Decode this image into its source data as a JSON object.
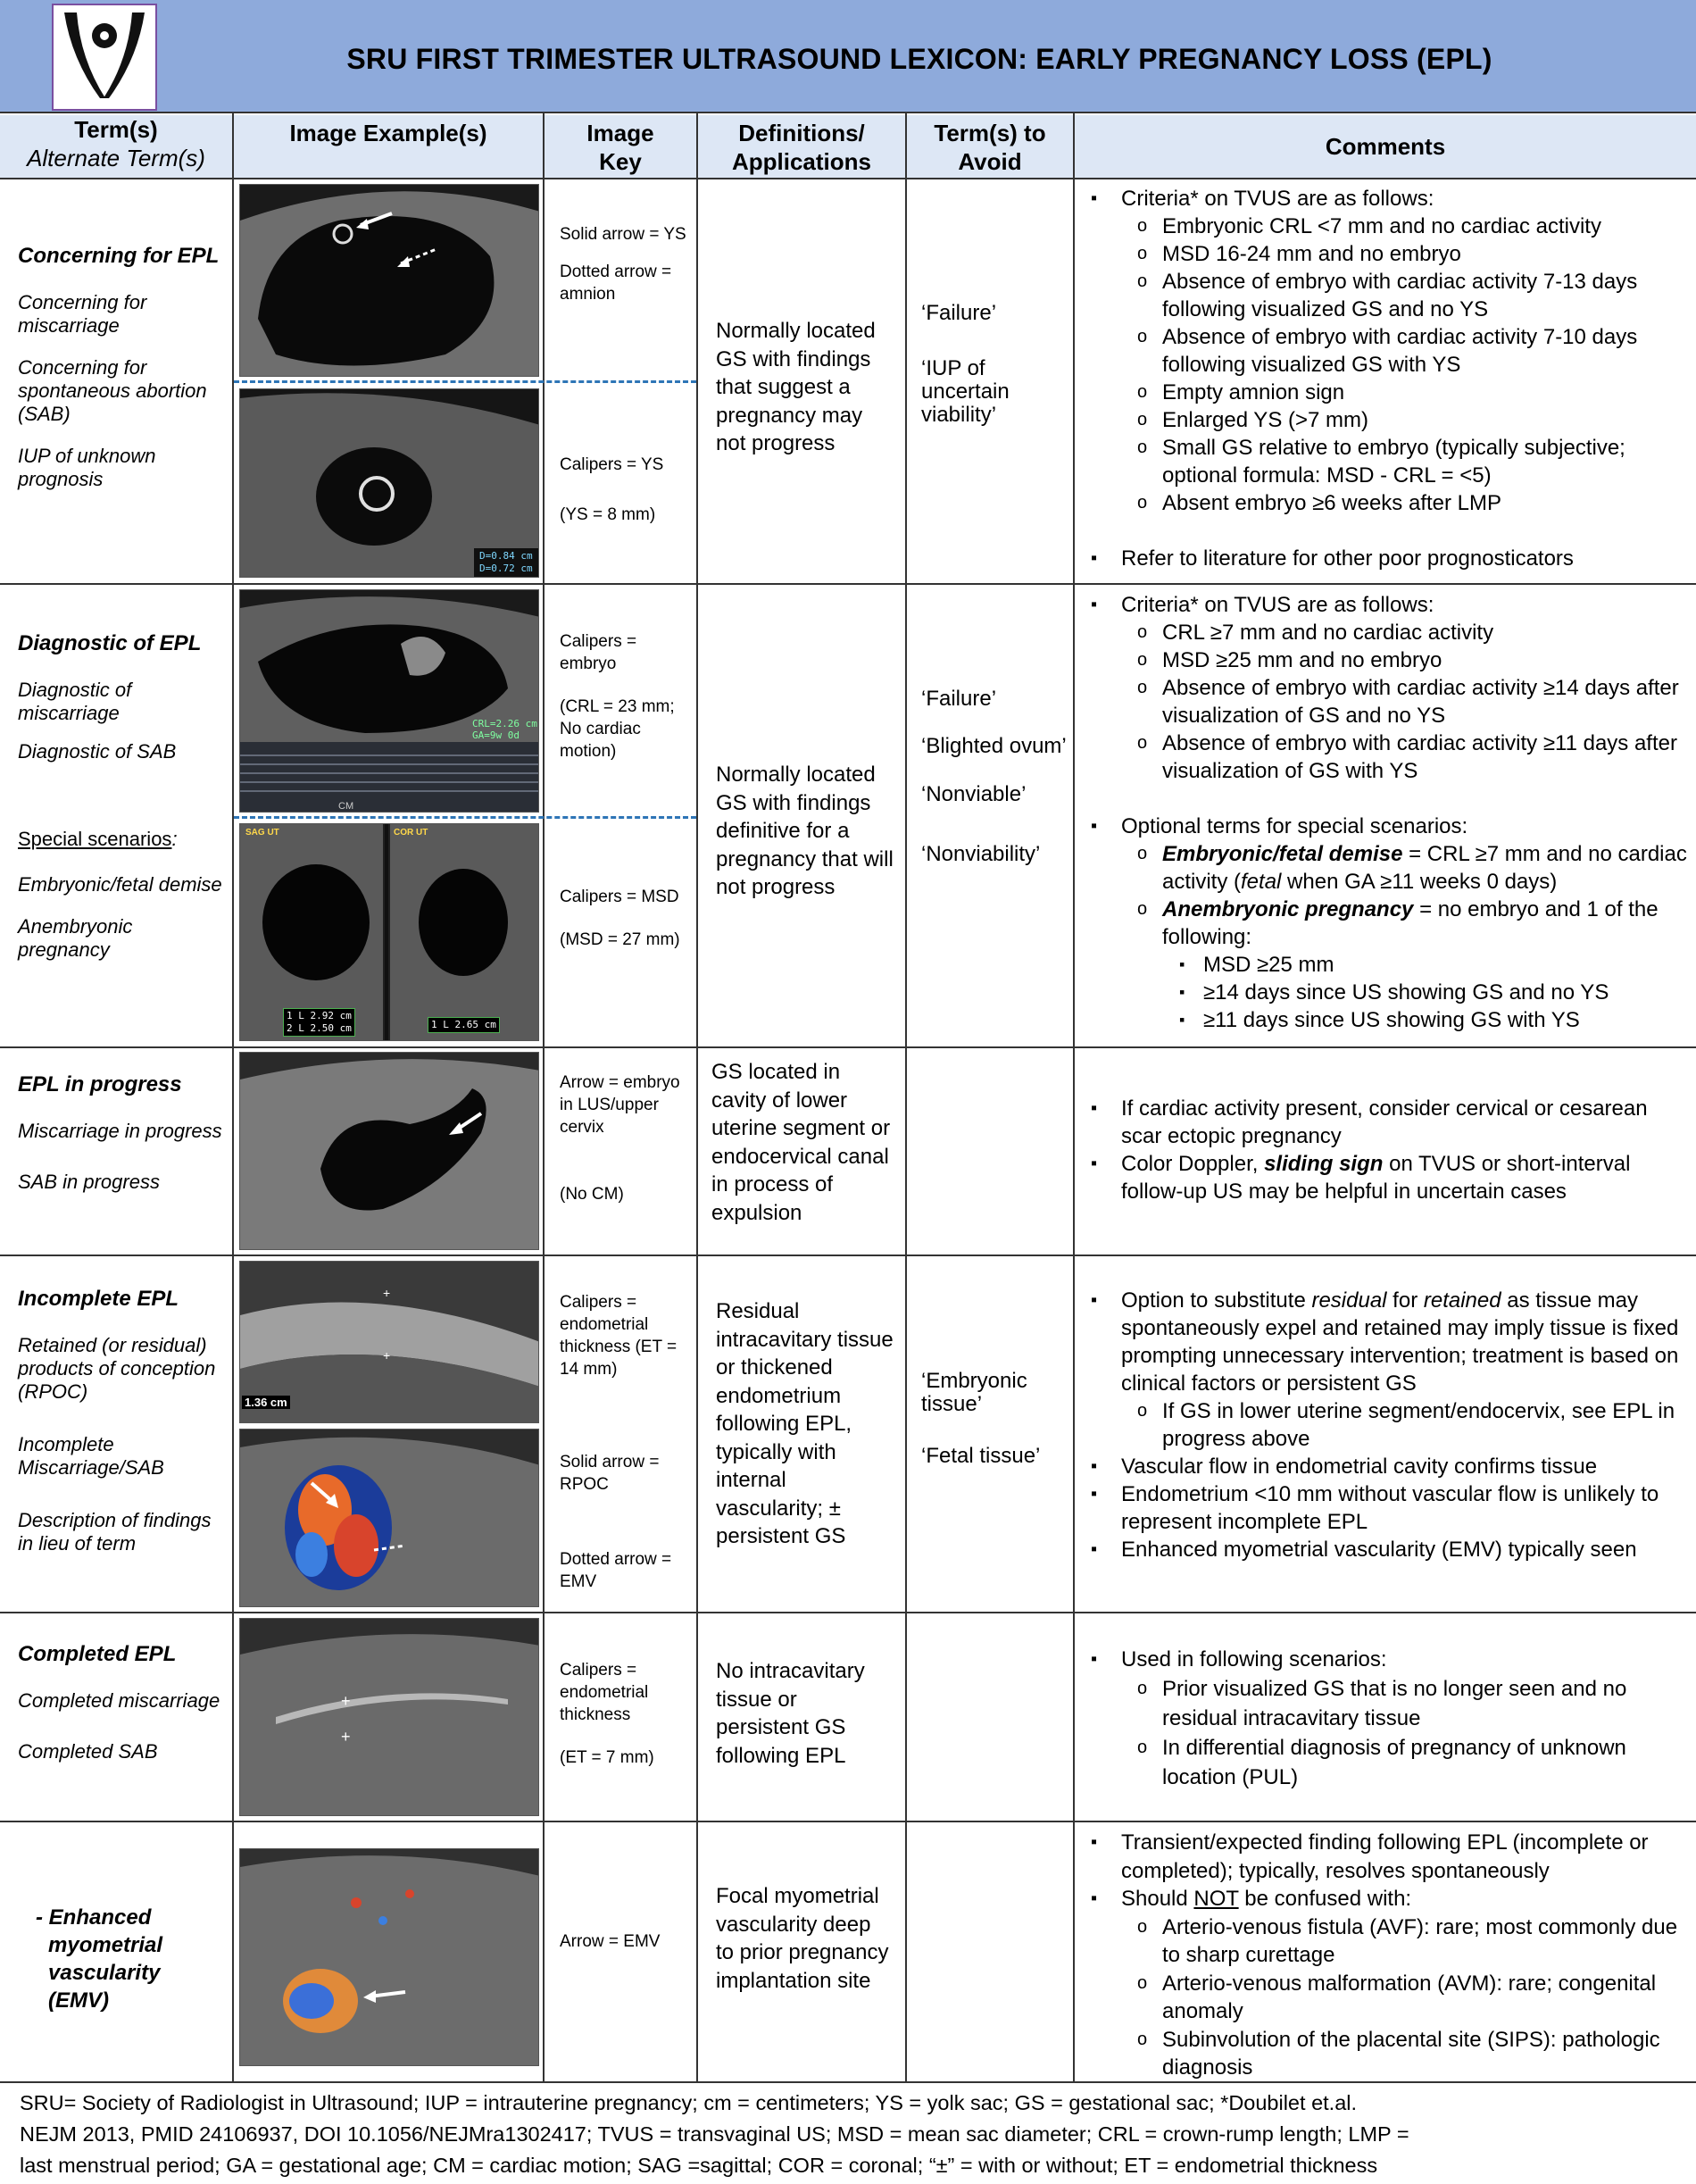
{
  "title": "SRU FIRST TRIMESTER ULTRASOUND LEXICON: EARLY PREGNANCY LOSS (EPL)",
  "headers": {
    "term": "Term(s)",
    "term_alt": "Alternate Term(s)",
    "image": "Image Example(s)",
    "key": "Image Key",
    "def": "Definitions/ Applications",
    "avoid": "Term(s) to Avoid",
    "comments": "Comments"
  },
  "rows": {
    "concerning": {
      "term": "Concerning for EPL",
      "alts": [
        "Concerning for miscarriage",
        "Concerning for spontaneous abortion (SAB)",
        "IUP of unknown prognosis"
      ],
      "key1": [
        "Solid arrow = YS",
        "Dotted arrow = amnion"
      ],
      "key2": [
        "Calipers = YS",
        "(YS = 8 mm)"
      ],
      "image_overlay": [
        "D=0.84 cm",
        "D=0.72 cm"
      ],
      "definition": "Normally located GS with findings that suggest a pregnancy may not progress",
      "avoid": [
        "‘Failure’",
        "‘IUP of uncertain viability’"
      ],
      "comments": {
        "intro": "Criteria* on TVUS are as follows:",
        "items": [
          "Embryonic CRL <7 mm and no cardiac activity",
          "MSD 16-24 mm and no embryo",
          "Absence of embryo with cardiac activity 7-13 days following visualized GS and no YS",
          "Absence of embryo with cardiac activity 7-10 days following visualized GS with YS",
          "Empty amnion sign",
          "Enlarged YS (>7 mm)",
          "Small GS relative to embryo (typically subjective; optional formula: MSD - CRL = <5)",
          "Absent embryo ≥6 weeks after LMP"
        ],
        "outro": "Refer to literature for other poor prognosticators"
      }
    },
    "diagnostic": {
      "term": "Diagnostic of EPL",
      "alts": [
        "Diagnostic of miscarriage",
        "Diagnostic of SAB"
      ],
      "special_heading": "Special scenarios",
      "special": [
        "Embryonic/fetal demise",
        "Anembryonic pregnancy"
      ],
      "key1": [
        "Calipers = embryo",
        "(CRL = 23 mm; No cardiac motion)"
      ],
      "key2": [
        "Calipers = MSD",
        "(MSD = 27 mm)"
      ],
      "image_overlay": [
        "CRL=2.26 cm",
        "GA=9w 0d",
        "CM",
        "SAG UT",
        "COR UT",
        "1 L 2.92 cm",
        "2 L 2.50 cm",
        "1 L 2.65 cm"
      ],
      "definition": "Normally located GS with findings definitive for a pregnancy that will not progress",
      "avoid": [
        "‘Failure’",
        "‘Blighted ovum’",
        "‘Nonviable’",
        "‘Nonviability’"
      ],
      "comments": {
        "intro": "Criteria* on TVUS are as follows:",
        "items": [
          "CRL ≥7 mm and no cardiac activity",
          "MSD ≥25 mm and no embryo",
          "Absence of embryo with cardiac activity ≥14 days after visualization of GS and no YS",
          "Absence of embryo with cardiac activity ≥11 days after visualization of GS with YS"
        ],
        "optional": "Optional terms for special scenarios:",
        "demise_term": "Embryonic/fetal demise",
        "demise_def_a": " = CRL ≥7 mm and no cardiac activity (",
        "demise_fetal": "fetal",
        "demise_def_b": " when GA ≥11 weeks 0 days)",
        "anemb_term": "Anembryonic pregnancy",
        "anemb_def": " = no embryo and 1 of the following:",
        "anemb_items": [
          "MSD ≥25 mm",
          "≥14 days since US showing GS and no YS",
          "≥11 days since US showing GS with YS"
        ]
      }
    },
    "progress": {
      "term": "EPL in progress",
      "alts": [
        "Miscarriage in progress",
        "SAB in progress"
      ],
      "key": [
        "Arrow = embryo in LUS/upper cervix",
        "(No CM)"
      ],
      "definition": "GS located in cavity of lower uterine segment or endocervical canal in process of expulsion",
      "comments": {
        "c1": "If cardiac activity present, consider cervical or cesarean scar ectopic pregnancy",
        "c2a": "Color Doppler, ",
        "c2b": "sliding sign",
        "c2c": " on TVUS or short-interval follow-up US may be helpful in uncertain cases"
      }
    },
    "incomplete": {
      "term": "Incomplete EPL",
      "alts": [
        "Retained (or residual) products of conception (RPOC)",
        "Incomplete Miscarriage/SAB",
        "Description of findings in lieu of term"
      ],
      "key": [
        "Calipers = endometrial thickness (ET = 14 mm)",
        "Solid arrow = RPOC",
        "Dotted arrow = EMV"
      ],
      "image_overlay": [
        "1.36 cm"
      ],
      "definition": "Residual intracavitary tissue or thickened endometrium following EPL, typically with internal vascularity; ± persistent GS",
      "avoid": [
        "‘Embryonic tissue’",
        "‘Fetal tissue’"
      ],
      "comments": {
        "c1a": "Option to substitute ",
        "c1b": "residual",
        "c1c": " for ",
        "c1d": "retained",
        "c1e": " as tissue may spontaneously expel and retained may imply tissue is fixed prompting unnecessary intervention; treatment is based on clinical factors or persistent GS",
        "c1sub": "If GS in lower uterine segment/endocervix, see EPL in progress above",
        "c2": "Vascular flow in endometrial cavity confirms tissue",
        "c3": "Endometrium <10 mm without vascular flow is unlikely to represent incomplete EPL",
        "c4": "Enhanced myometrial vascularity (EMV) typically seen"
      }
    },
    "completed": {
      "term": "Completed EPL",
      "alts": [
        "Completed miscarriage",
        "Completed SAB"
      ],
      "key": [
        "Calipers = endometrial thickness",
        "(ET = 7 mm)"
      ],
      "definition": "No intracavitary tissue or persistent GS following EPL",
      "comments": {
        "intro": "Used in following scenarios:",
        "items": [
          "Prior visualized GS that is no longer seen and no residual intracavitary tissue",
          "In differential diagnosis of pregnancy of unknown location (PUL)"
        ]
      }
    },
    "emv": {
      "term": "- Enhanced myometrial vascularity (EMV)",
      "key": "Arrow = EMV",
      "definition": "Focal myometrial vascularity deep to prior pregnancy implantation site",
      "comments": {
        "c1": "Transient/expected finding following EPL (incomplete or completed); typically, resolves spontaneously",
        "c2a": "Should ",
        "c2b": "NOT",
        "c2c": " be confused with:",
        "items": [
          "Arterio-venous fistula (AVF): rare; most commonly due to sharp curettage",
          "Arterio-venous malformation (AVM): rare; congenital anomaly",
          "Subinvolution of the placental site (SIPS): pathologic diagnosis"
        ]
      }
    }
  },
  "footnote": [
    "SRU= Society of Radiologist in Ultrasound; IUP = intrauterine pregnancy; cm = centimeters; YS = yolk sac; GS = gestational sac; *Doubilet et.al.",
    "NEJM 2013, PMID 24106937, DOI 10.1056/NEJMra1302417; TVUS = transvaginal US; MSD = mean sac diameter; CRL = crown-rump length; LMP =",
    "last menstrual period; GA = gestational age; CM = cardiac motion; SAG =sagittal; COR = coronal; “±” = with or without; ET = endometrial thickness"
  ]
}
